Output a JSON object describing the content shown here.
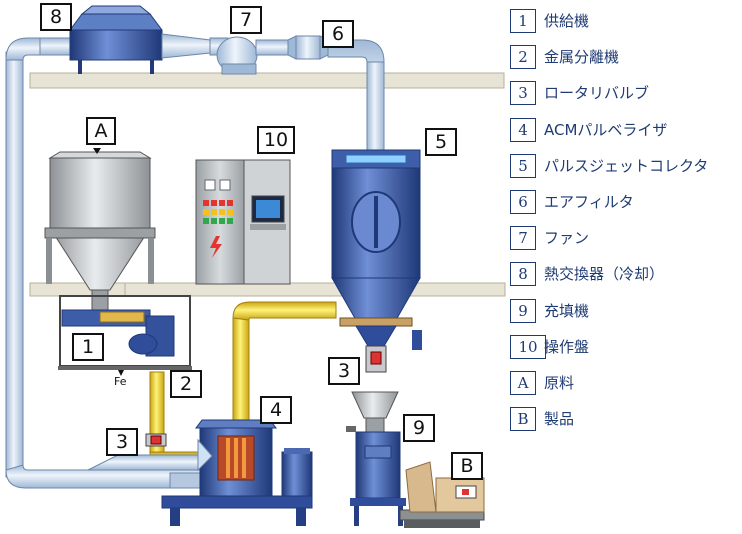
{
  "legend": [
    {
      "key": "1",
      "text": "供給機"
    },
    {
      "key": "2",
      "text": "金属分離機"
    },
    {
      "key": "3",
      "text": "ロータリバルブ"
    },
    {
      "key": "4",
      "text": "ACMパルベライザ"
    },
    {
      "key": "5",
      "text": "パルスジェットコレクタ"
    },
    {
      "key": "6",
      "text": "エアフィルタ"
    },
    {
      "key": "7",
      "text": "ファン"
    },
    {
      "key": "8",
      "text": "熱交換器（冷却）"
    },
    {
      "key": "9",
      "text": "充填機"
    },
    {
      "key": "10",
      "text": "操作盤"
    },
    {
      "key": "A",
      "text": "原料"
    },
    {
      "key": "B",
      "text": "製品"
    }
  ],
  "tags": {
    "t8": "8",
    "t7": "7",
    "t6": "6",
    "tA": "A",
    "t10": "10",
    "t5": "5",
    "t1": "1",
    "t2": "2",
    "t3a": "3",
    "t4": "4",
    "t3b": "3",
    "t9": "9",
    "tB": "B"
  },
  "fe_label": "Fe",
  "colors": {
    "pipe_light": "#c9dcf0",
    "pipe_yellow": "#f2d32c",
    "machine_blue": "#2f4d9a",
    "hopper_gray": "#b8bcc0",
    "floor": "#e7e4d6",
    "legend_text": "#1f3b73"
  },
  "icons": [
    "arrow-down-icon",
    "lightning-icon",
    "monitor-icon"
  ]
}
